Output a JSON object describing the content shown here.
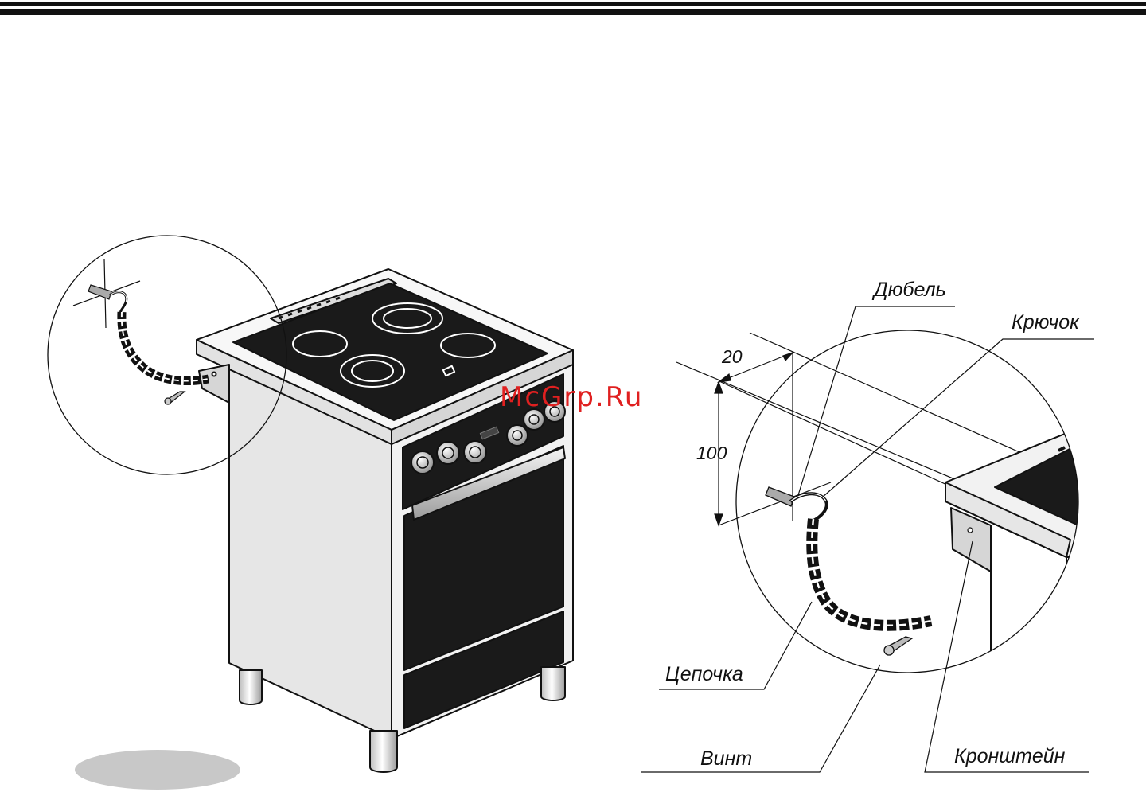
{
  "labels": {
    "dowel": "Дюбель",
    "hook": "Крючок",
    "chain": "Цепочка",
    "screw": "Винт",
    "bracket": "Кронштейн"
  },
  "dimensions": {
    "offset": "20",
    "height": "100"
  },
  "watermark": "McGrp.Ru",
  "colors": {
    "ink": "#111111",
    "panel": "#1a1a1a",
    "steel": "#d9d9d9",
    "watermark": "#e02020",
    "page_marker": "#c8c8c8"
  }
}
